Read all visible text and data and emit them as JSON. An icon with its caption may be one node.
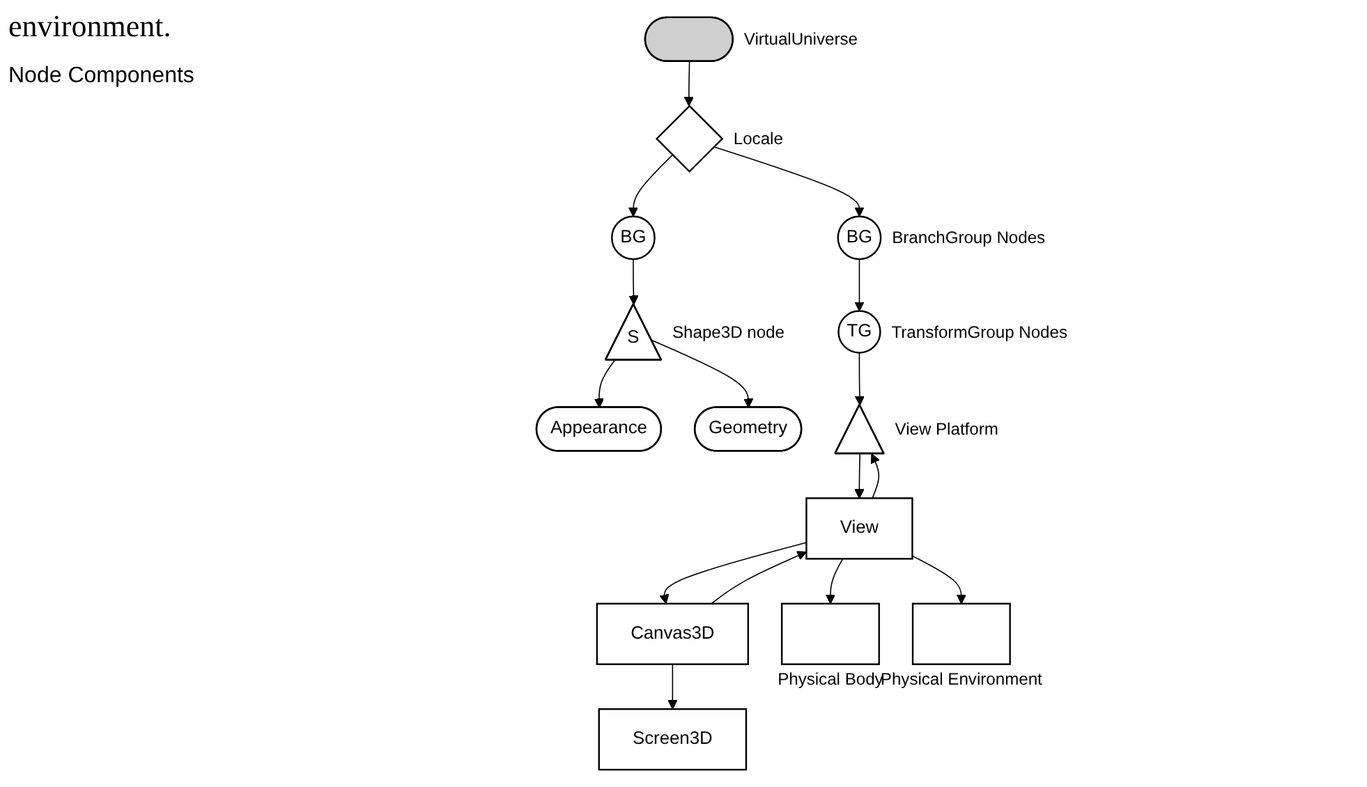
{
  "diagram": {
    "nodes": [
      {
        "text": [],
        "shape": "stadium",
        "beside": [
          "VirtualUniverse"
        ]
      },
      {
        "text": [],
        "shape": "diamond",
        "beside": [
          "Locale"
        ]
      },
      {
        "text": [
          "BG"
        ]
      },
      {
        "text": [
          "BG"
        ],
        "beside": [
          "BranchGroup Nodes"
        ]
      },
      {
        "text": [
          "S"
        ],
        "beside": [
          "Shape3D node"
        ]
      },
      {
        "text": [
          "TG"
        ],
        "beside": [
          "TransformGroup Nodes"
        ]
      },
      {
        "text": [
          "Appearance"
        ]
      },
      {
        "text": [
          "Geometry"
        ]
      },
      {
        "text": [],
        "shape": "triangle",
        "beside": [
          "View Platform"
        ]
      },
      {
        "text": [
          "View"
        ]
      },
      {
        "text": [
          "Canvas3D"
        ]
      },
      {
        "text": [
          "Screen3D"
        ]
      },
      {
        "text": [],
        "shape": "box",
        "beside": [
          "Physical Body"
        ]
      },
      {
        "text": [],
        "shape": "box",
        "beside": [
          "Physical Environment"
        ]
      }
    ],
    "edges": [
      {
        "from": 0,
        "to": 1,
        "arrow": "to"
      },
      {
        "from": 1,
        "to": 2,
        "arrow": "to"
      },
      {
        "from": 1,
        "to": 3,
        "arrow": "to"
      },
      {
        "from": 2,
        "to": 4,
        "arrow": "to"
      },
      {
        "from": 3,
        "to": 5,
        "arrow": "to"
      },
      {
        "from": 4,
        "to": 6,
        "arrow": "to"
      },
      {
        "from": 4,
        "to": 7,
        "arrow": "to"
      },
      {
        "from": 5,
        "to": 8,
        "arrow": "to"
      },
      {
        "from": 9,
        "to": 8,
        "arrow": "to"
      },
      {
        "from": 8,
        "to": 9,
        "arrow": "to"
      },
      {
        "from": 9,
        "to": 10,
        "arrow": "to"
      },
      {
        "from": 10,
        "to": 9,
        "arrow": "to"
      },
      {
        "from": 10,
        "to": 11,
        "arrow": "to"
      },
      {
        "from": 9,
        "to": 12,
        "arrow": "to"
      },
      {
        "from": 9,
        "to": 13,
        "arrow": "to"
      }
    ],
    "labels": [
      "environment.",
      "Node Components"
    ]
  }
}
